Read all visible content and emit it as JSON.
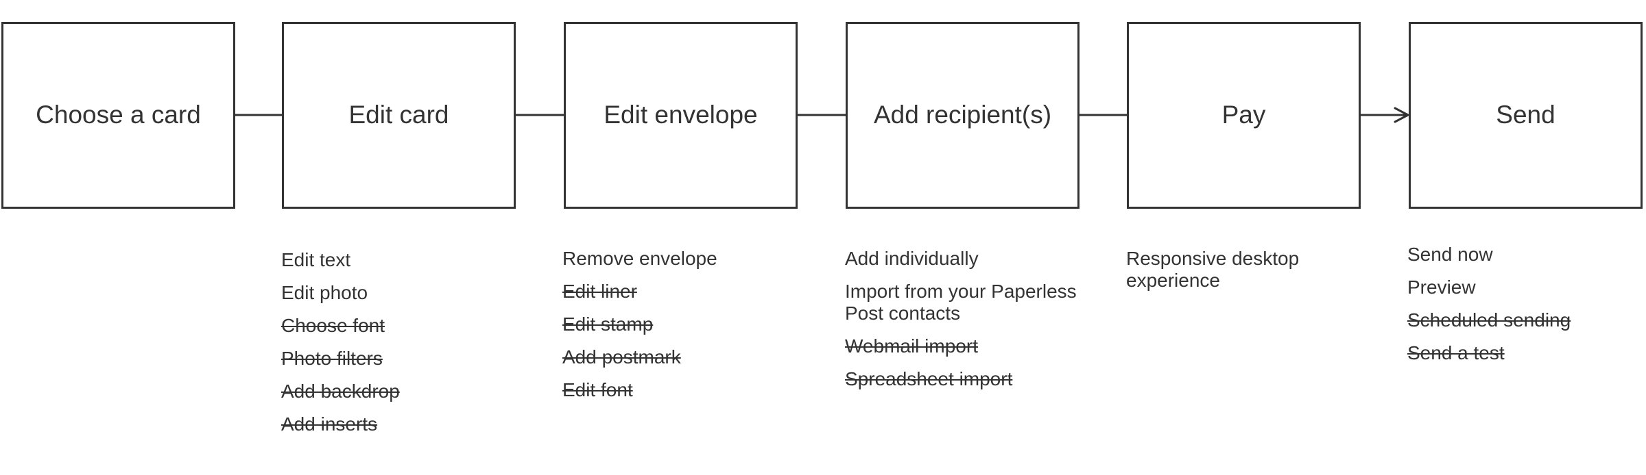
{
  "colors": {
    "stroke": "#333333",
    "text": "#333333",
    "background": "#ffffff"
  },
  "steps": [
    {
      "title": "Choose a card",
      "features": []
    },
    {
      "title": "Edit card",
      "features": [
        {
          "text": "Edit text",
          "struck": false
        },
        {
          "text": "Edit photo",
          "struck": false
        },
        {
          "text": "Choose font",
          "struck": true
        },
        {
          "text": "Photo filters",
          "struck": true
        },
        {
          "text": "Add backdrop",
          "struck": true
        },
        {
          "text": "Add inserts",
          "struck": true
        }
      ]
    },
    {
      "title": "Edit envelope",
      "features": [
        {
          "text": "Remove envelope",
          "struck": false
        },
        {
          "text": "Edit liner",
          "struck": true
        },
        {
          "text": "Edit stamp",
          "struck": true
        },
        {
          "text": "Add postmark",
          "struck": true
        },
        {
          "text": "Edit font",
          "struck": true
        }
      ]
    },
    {
      "title": "Add recipient(s)",
      "features": [
        {
          "text": "Add individually",
          "struck": false
        },
        {
          "text": "Import from your Paperless Post contacts",
          "struck": false
        },
        {
          "text": "Webmail import",
          "struck": true
        },
        {
          "text": "Spreadsheet import",
          "struck": true
        }
      ]
    },
    {
      "title": "Pay",
      "features": [
        {
          "text": "Responsive desktop experience",
          "struck": false
        }
      ]
    },
    {
      "title": "Send",
      "features": [
        {
          "text": "Send now",
          "struck": false
        },
        {
          "text": "Preview",
          "struck": false
        },
        {
          "text": "Scheduled sending",
          "struck": true
        },
        {
          "text": "Send a test",
          "struck": true
        }
      ]
    }
  ]
}
